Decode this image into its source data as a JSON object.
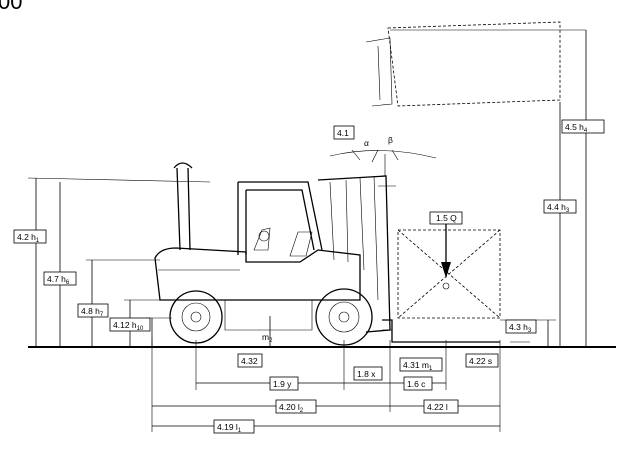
{
  "header_fragment": "00",
  "labels": {
    "fork_tilt_angle": "4.1",
    "alpha": "α",
    "beta": "β",
    "load_capacity": "1.5 Q",
    "h1": "4.2 h",
    "h1_sub": "1",
    "h6": "4.7 h",
    "h6_sub": "6",
    "h7": "4.8 h",
    "h7_sub": "7",
    "h10": "4.12 h",
    "h10_sub": "10",
    "h4": "4.5  h",
    "h4_sub": "4",
    "h3": "4.4 h",
    "h3_sub": "3",
    "fork_thickness": "4.3 h",
    "fork_thickness_sub": "3",
    "m2": "m",
    "m2_sub": "2",
    "ground_clearance": "4.32",
    "wheelbase": "1.9 y",
    "load_distance": "1.8 x",
    "mast_clearance": "4.31 m",
    "mast_clearance_sub": "1",
    "load_center": "1.6 c",
    "fork_width": "4.22 s",
    "length_to_face": "4.20 l",
    "length_to_face_sub": "2",
    "fork_length": "4.22 l",
    "overall_length": "4.19 l",
    "overall_length_sub": "1"
  }
}
